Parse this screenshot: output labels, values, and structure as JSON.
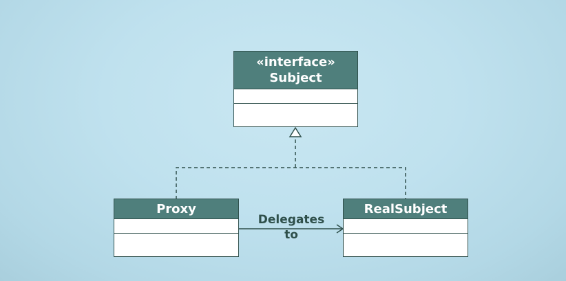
{
  "diagram": {
    "interface_box": {
      "stereotype": "«interface»",
      "name": "Subject"
    },
    "proxy_box": {
      "name": "Proxy"
    },
    "real_subject_box": {
      "name": "RealSubject"
    },
    "delegation_label": {
      "line1": "Delegates",
      "line2": "to"
    },
    "colors": {
      "header": "#4f7f7c",
      "border": "#2f4f4b",
      "text_dark": "#2e4f4a",
      "background": "#c0e2ef"
    }
  }
}
